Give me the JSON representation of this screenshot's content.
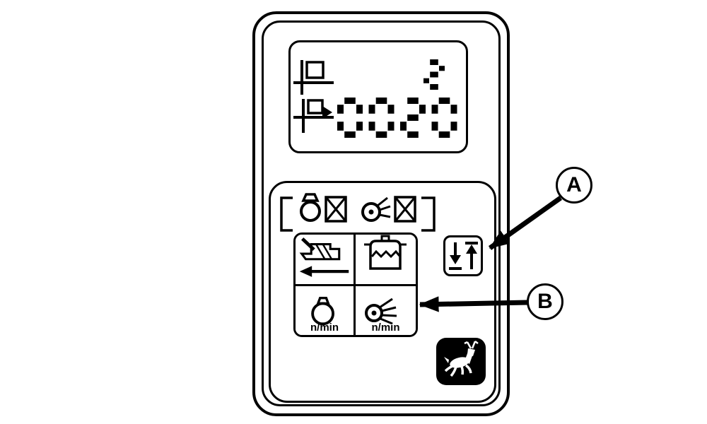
{
  "colors": {
    "ink": "#000000",
    "paper": "#ffffff"
  },
  "lcd": {
    "counter_row_value": "2",
    "counter_main_value": "0020",
    "icons": [
      "field-marker-icon",
      "pass-arrow-icon"
    ]
  },
  "panel": {
    "status_icons": [
      "meter-crossed-out-icon",
      "spinner-crossed-out-icon"
    ],
    "buttons": [
      {
        "id": "combine-return",
        "icon": "combine-left-arrow-icon"
      },
      {
        "id": "grain-tank",
        "icon": "grain-tank-level-icon"
      },
      {
        "id": "tank-speed",
        "icon": "round-tank-icon",
        "label": "n/min"
      },
      {
        "id": "spinner-speed",
        "icon": "spinner-spray-icon",
        "label": "n/min"
      }
    ],
    "raise_lower_button": {
      "icon": "down-up-arrows-icon"
    },
    "logo_icon": "john-deere-deer-icon"
  },
  "callouts": [
    {
      "label": "A"
    },
    {
      "label": "B"
    }
  ]
}
